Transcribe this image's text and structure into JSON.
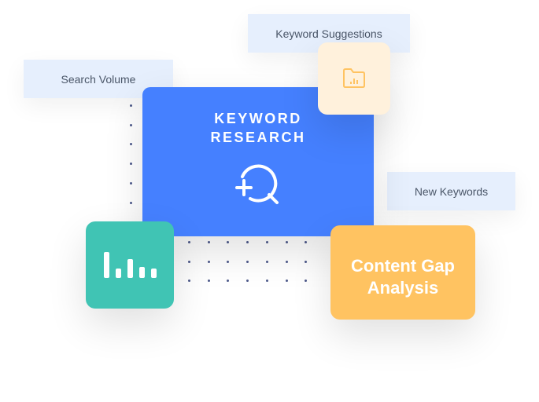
{
  "labels": {
    "search_volume": "Search Volume",
    "keyword_suggestions": "Keyword Suggestions",
    "new_keywords": "New Keywords"
  },
  "main_card": {
    "line1": "KEYWORD",
    "line2": "RESEARCH"
  },
  "gap_card": {
    "line1": "Content Gap",
    "line2": "Analysis"
  },
  "colors": {
    "blue": "#4580ff",
    "teal": "#40c4b4",
    "orange": "#ffc361",
    "cream": "#fff1dc",
    "pill": "#e6effd"
  }
}
